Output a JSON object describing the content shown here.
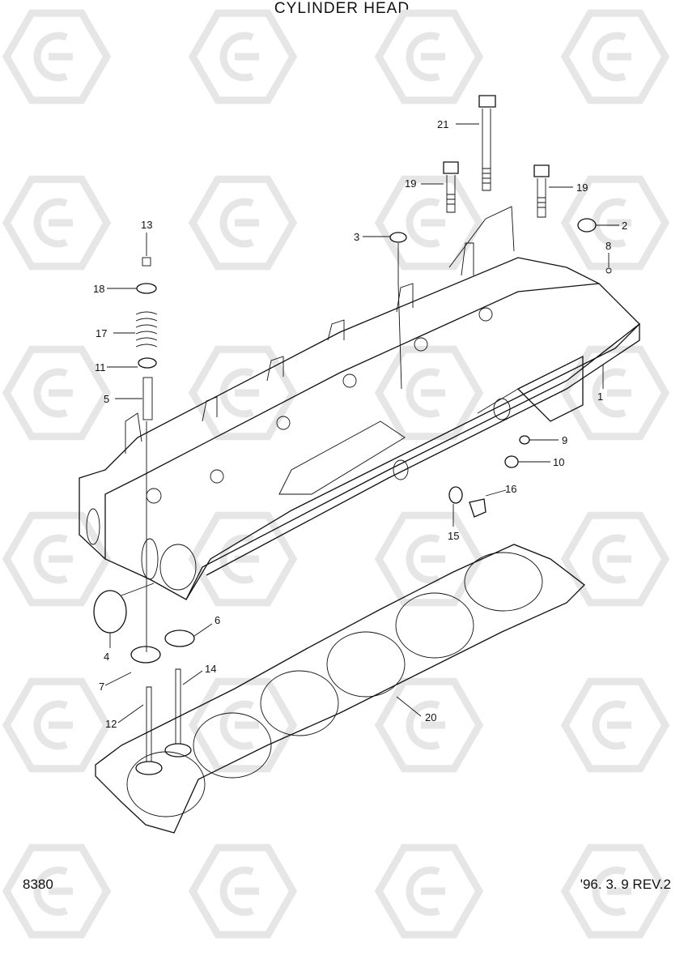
{
  "title": "CYLINDER HEAD",
  "page_code": "8380",
  "revision": "'96. 3. 9 REV.2",
  "callouts": [
    "1",
    "2",
    "3",
    "4",
    "5",
    "6",
    "7",
    "8",
    "9",
    "10",
    "11",
    "12",
    "13",
    "14",
    "15",
    "16",
    "17",
    "18",
    "19",
    "19",
    "20",
    "21"
  ],
  "watermark_icon": "hyundai-logo-hexagon"
}
